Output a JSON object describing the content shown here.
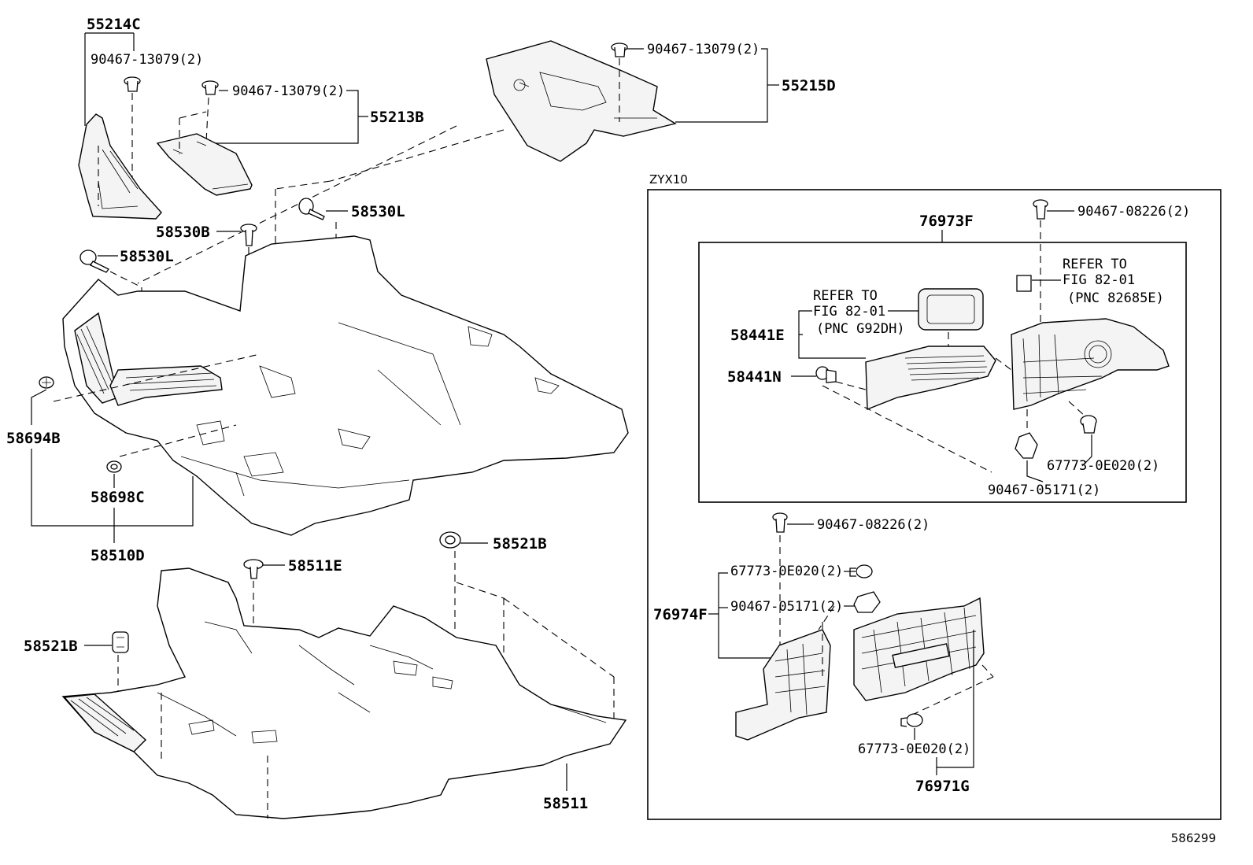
{
  "diagram_id": "586299",
  "model_label": "ZYX10",
  "labels": {
    "p55214C": "55214C",
    "p55213B": "55213B",
    "p55215D": "55215D",
    "c90467_13079_a": "90467-13079(2)",
    "c90467_13079_b": "90467-13079(2)",
    "c90467_13079_c": "90467-13079(2)",
    "p58530L_a": "58530L",
    "p58530B": "58530B",
    "p58530L_b": "58530L",
    "p58694B": "58694B",
    "p58698C": "58698C",
    "p58510D": "58510D",
    "p58521B_a": "58521B",
    "p58511E": "58511E",
    "p58521B_b": "58521B",
    "p58511": "58511",
    "p76973F": "76973F",
    "c90467_08226_a": "90467-08226(2)",
    "refer_a_1": "REFER TO",
    "refer_a_2": "FIG 82-01",
    "refer_a_3": "(PNC 82685E)",
    "refer_b_1": "REFER TO",
    "refer_b_2": "FIG 82-01",
    "refer_b_3": "(PNC G92DH)",
    "p58441E": "58441E",
    "p58441N": "58441N",
    "c67773_0E020_a": "67773-0E020(2)",
    "c90467_05171_a": "90467-05171(2)",
    "c90467_08226_b": "90467-08226(2)",
    "c67773_0E020_b": "67773-0E020(2)",
    "c90467_05171_b": "90467-05171(2)",
    "p76974F": "76974F",
    "c67773_0E020_c": "67773-0E020(2)",
    "p76971G": "76971G"
  }
}
